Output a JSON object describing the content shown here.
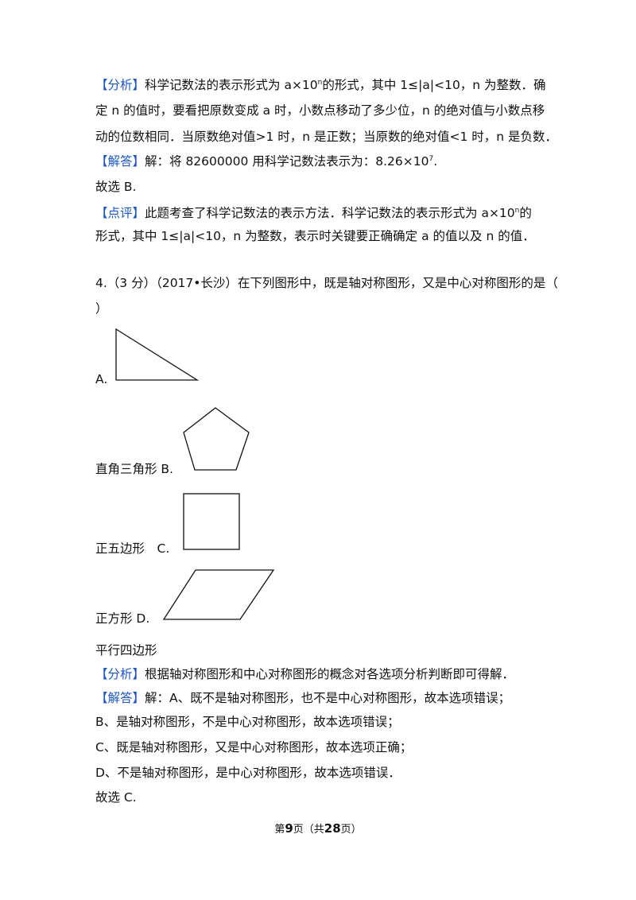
{
  "analysis1": {
    "tag": "【分析】",
    "l1_a": "科学记数法的表示形式为 a×10",
    "l1_sup": "n",
    "l1_b": "的形式，其中 1≤|a|<10，n 为整数．确",
    "l2": "定 n 的值时，要看把原数变成 a 时，小数点移动了多少位，n 的绝对值与小数点移",
    "l3": "动的位数相同．当原数绝对值>1 时，n 是正数；当原数的绝对值<1 时，n 是负数．"
  },
  "answer1": {
    "tag": "【解答】",
    "text_a": "解：将 82600000 用科学记数法表示为：8.26×10",
    "sup": "7",
    "text_b": "."
  },
  "choice1": "故选 B.",
  "comment1": {
    "tag": "【点评】",
    "l1_a": "此题考查了科学记数法的表示方法．科学记数法的表示形式为 a×10",
    "l1_sup": "n",
    "l1_b": "的",
    "l2": "形式，其中 1≤|a|<10，n 为整数，表示时关键要正确确定 a 的值以及 n 的值．"
  },
  "question4": {
    "l1": "4.（3 分）（2017•长沙）在下列图形中，既是轴对称图形，又是中心对称图形的是（",
    "l2": "）"
  },
  "options": {
    "a_label": "A.",
    "a_name_b_label": "直角三角形 B.",
    "b_name_c_label": "正五边形　C.",
    "c_name_d_label": "正方形 D.",
    "d_name": "平行四边形"
  },
  "analysis2": {
    "tag": "【分析】",
    "text": "根据轴对称图形和中心对称图形的概念对各选项分析判断即可得解．"
  },
  "answer2": {
    "tag": "【解答】",
    "l1": "解：A、既不是轴对称图形，也不是中心对称图形，故本选项错误；",
    "l2": "B、是轴对称图形，不是中心对称图形，故本选项错误；",
    "l3": "C、既是轴对称图形，又是中心对称图形，故本选项正确；",
    "l4": "D、不是轴对称图形，是中心对称图形，故本选项错误．"
  },
  "choice2": "故选 C.",
  "footer": {
    "pre": "第",
    "page": "9",
    "mid": "页（共",
    "total": "28",
    "post": "页）"
  }
}
